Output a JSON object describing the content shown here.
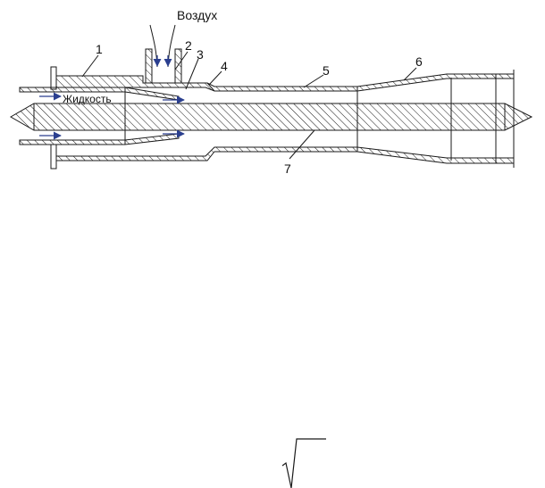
{
  "diagram": {
    "air_label": "Воздух",
    "liquid_label": "Жидкость",
    "callouts": [
      "1",
      "2",
      "3",
      "4",
      "5",
      "6",
      "7"
    ]
  },
  "colors": {
    "line": "#1a1a1a",
    "arrow": "#2b3f8f"
  },
  "formula": {
    "symbol": "radical-sign"
  }
}
